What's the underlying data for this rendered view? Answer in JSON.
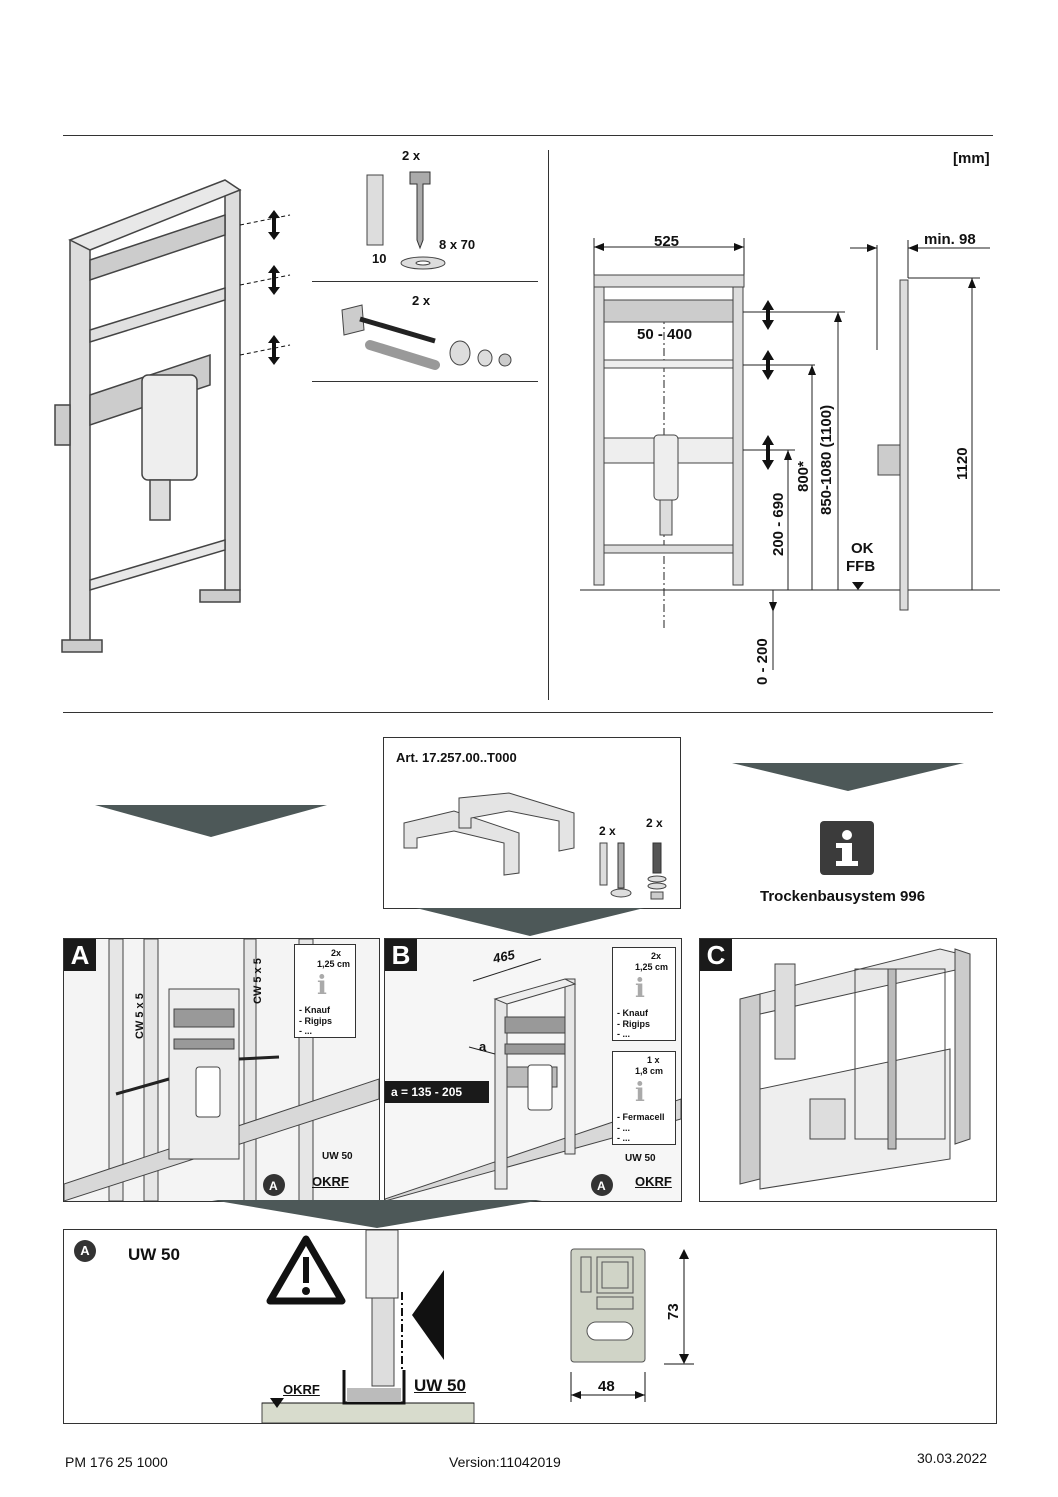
{
  "units_label": "[mm]",
  "parts": {
    "set1_qty": "2 x",
    "dowel_size": "10",
    "screw_size": "8 x 70",
    "set2_qty": "2 x"
  },
  "dimensions": {
    "width": "525",
    "spacing": "50 - 400",
    "depth": "min. 98",
    "total_height": "1120",
    "height_range": "850-1080 (1100)",
    "height_star": "800*",
    "drain_range": "200 - 690",
    "foot_range": "0 - 200",
    "floor_line1": "OK",
    "floor_line2": "FFB"
  },
  "accessory": {
    "article": "Art. 17.257.00..T000",
    "qty1": "2 x",
    "qty2": "2 x"
  },
  "info": {
    "title": "Trockenbausystem 996"
  },
  "panel_a": {
    "tag": "A",
    "profile_left": "CW 5 x 5",
    "profile_right": "CW 5 x 5",
    "note_qty": "2x",
    "note_thickness": "1,25 cm",
    "note_items": [
      "- Knauf",
      "- Rigips",
      "- ..."
    ],
    "rail": "UW 50",
    "marker": "A",
    "floor": "OKRF"
  },
  "panel_b": {
    "tag": "B",
    "width": "465",
    "a_label": "a",
    "a_range": "a = 135 - 205",
    "note1_qty": "2x",
    "note1_thickness": "1,25 cm",
    "note1_items": [
      "- Knauf",
      "- Rigips",
      "- ..."
    ],
    "note2_qty": "1 x",
    "note2_thickness": "1,8 cm",
    "note2_items": [
      "- Fermacell",
      "- ...",
      "- ..."
    ],
    "rail": "UW 50",
    "marker": "A",
    "floor": "OKRF"
  },
  "panel_c": {
    "tag": "C"
  },
  "detail": {
    "marker": "A",
    "title": "UW 50",
    "rail": "UW 50",
    "floor": "OKRF",
    "plate_width": "48",
    "plate_height": "73"
  },
  "footer": {
    "doc_id": "PM 176 25  1000",
    "version": "Version:11042019",
    "date": "30.03.2022"
  }
}
